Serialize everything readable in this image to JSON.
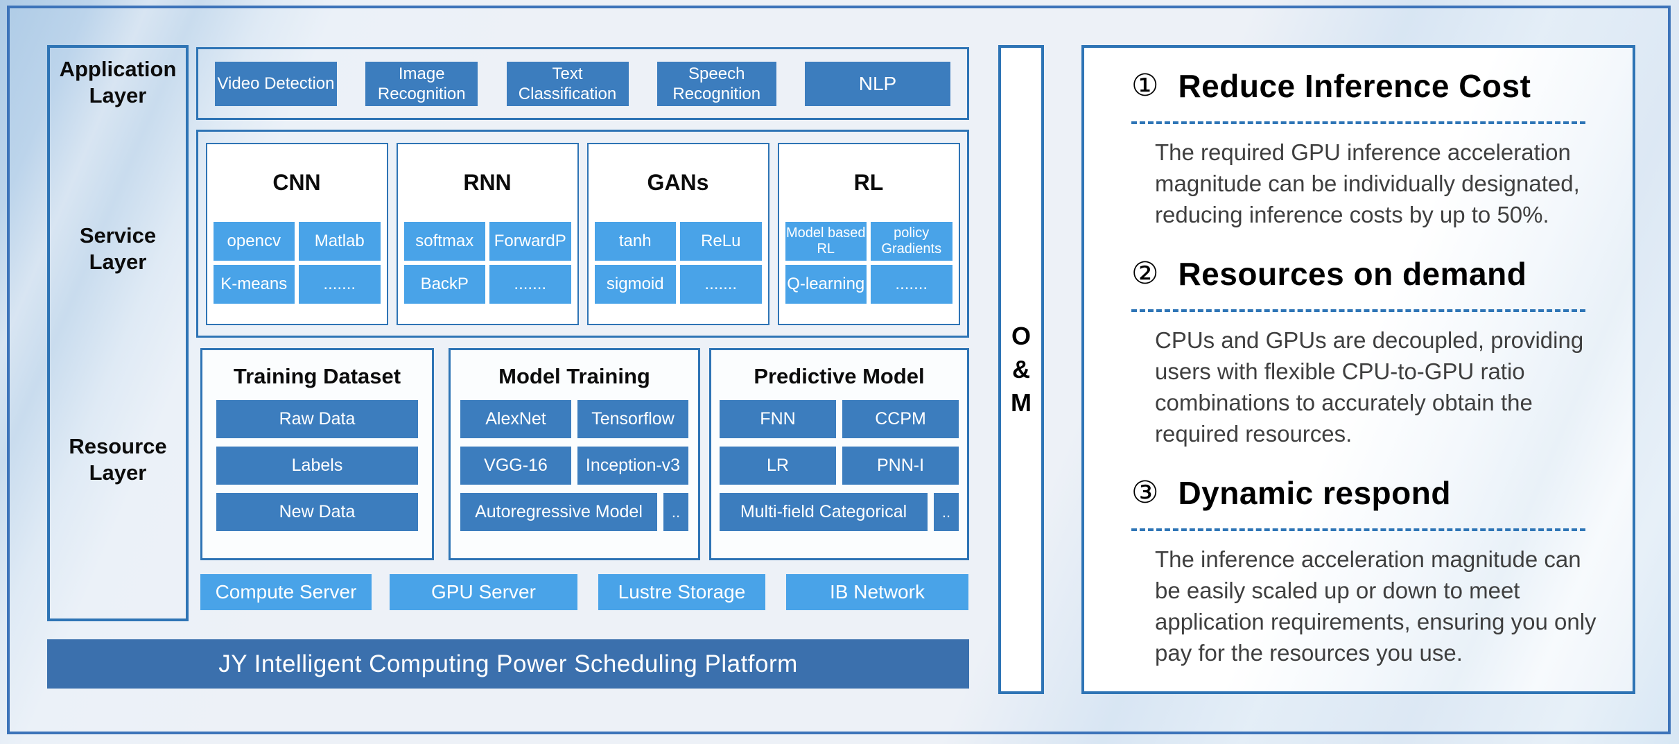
{
  "layer_labels": [
    "Application Layer",
    "Service Layer",
    "Resource Layer"
  ],
  "application_chips": [
    "Video Detection",
    "Image Recognition",
    "Text Classification",
    "Speech Recognition",
    "NLP"
  ],
  "service_cards": [
    {
      "title": "CNN",
      "chips": [
        "opencv",
        "Matlab",
        "K-means",
        "......."
      ]
    },
    {
      "title": "RNN",
      "chips": [
        "softmax",
        "ForwardP",
        "BackP",
        "......."
      ]
    },
    {
      "title": "GANs",
      "chips": [
        "tanh",
        "ReLu",
        "sigmoid",
        "......."
      ]
    },
    {
      "title": "RL",
      "chips": [
        "Model based RL",
        "policy Gradients",
        "Q-learning",
        "......."
      ]
    }
  ],
  "resource_cards": [
    {
      "title": "Training Dataset",
      "rows": [
        [
          "Raw Data"
        ],
        [
          "Labels"
        ],
        [
          "New Data"
        ]
      ]
    },
    {
      "title": "Model Training",
      "rows": [
        [
          "AlexNet",
          "Tensorflow"
        ],
        [
          "VGG-16",
          "Inception-v3"
        ],
        [
          "Autoregressive Model",
          ".."
        ]
      ]
    },
    {
      "title": "Predictive Model",
      "rows": [
        [
          "FNN",
          "CCPM"
        ],
        [
          "LR",
          "PNN-I"
        ],
        [
          "Multi-field Categorical",
          ".."
        ]
      ]
    }
  ],
  "infrastructure_chips": [
    "Compute Server",
    "GPU Server",
    "Lustre Storage",
    "IB Network"
  ],
  "platform_bar": "JY Intelligent Computing Power Scheduling Platform",
  "om_label": [
    "O",
    "&",
    "M"
  ],
  "benefits": [
    {
      "num": "①",
      "title": "Reduce Inference Cost",
      "body": "The required GPU inference acceleration magnitude can be individually designated, reducing inference costs by up to 50%."
    },
    {
      "num": "②",
      "title": "Resources on demand",
      "body": "CPUs and GPUs are decoupled, providing users with flexible CPU-to-GPU ratio combinations to accurately obtain the required resources."
    },
    {
      "num": "③",
      "title": "Dynamic respond",
      "body": "The inference acceleration magnitude can be easily scaled up or down to meet application requirements, ensuring you only pay for the resources you use."
    }
  ],
  "colors": {
    "border_blue": "#2E74B5",
    "frame_blue": "#3C73B9",
    "chip_dark_blue": "#3C7DBE",
    "chip_light_blue": "#49A3E8",
    "platform_bar_blue": "#3B70AD",
    "dash_blue": "#2E75B6",
    "body_text": "#3F3F3F"
  }
}
